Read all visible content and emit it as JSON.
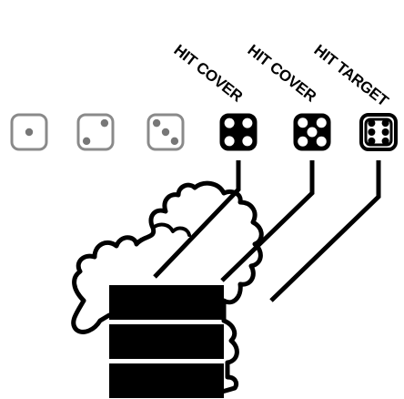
{
  "colors": {
    "background": "#ffffff",
    "ink": "#000000",
    "faded_die_border": "#8a8a8a",
    "faded_die_fill": "#ffffff",
    "faded_pip": "#777777"
  },
  "dice_row": {
    "dice": [
      {
        "face": 1,
        "style": "faded-outline",
        "label": ""
      },
      {
        "face": 2,
        "style": "faded-outline",
        "label": ""
      },
      {
        "face": 3,
        "style": "faded-outline",
        "label": ""
      },
      {
        "face": 4,
        "style": "solid-black",
        "label": "HIT COVER"
      },
      {
        "face": 5,
        "style": "solid-black",
        "label": "HIT COVER"
      },
      {
        "face": 6,
        "style": "outlined-black",
        "label": "HIT TARGET"
      }
    ]
  },
  "illustration": {
    "cover": "terrain-silhouette",
    "target": "stacked-black-blocks",
    "target_block_count": 3
  }
}
